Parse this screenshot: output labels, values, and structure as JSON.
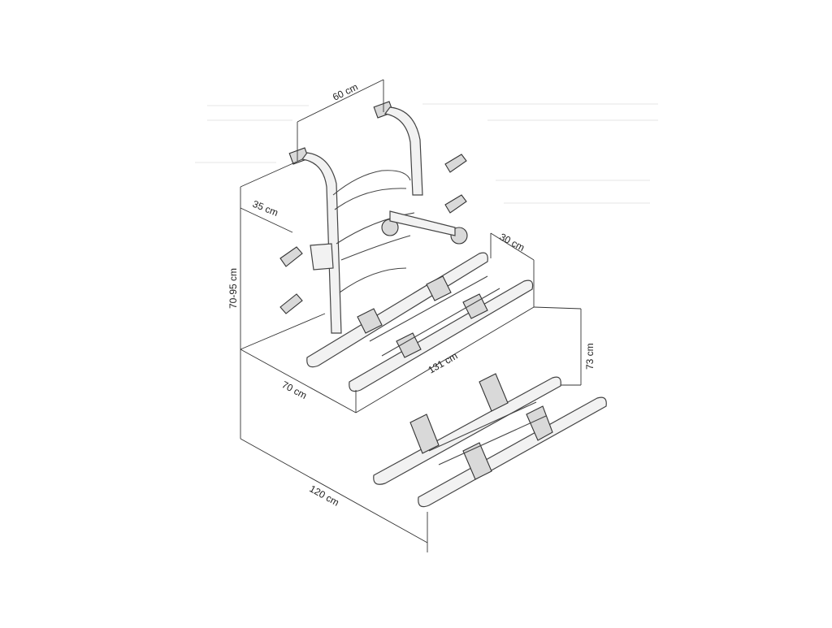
{
  "dimensions": {
    "top_width": "60 cm",
    "arm_depth": "35 cm",
    "height_range": "70-95 cm",
    "rail_offset": "30 cm",
    "rail_length": "131 cm",
    "platform_depth": "70 cm",
    "lower_height": "73 cm",
    "overall_width": "120 cm"
  },
  "icons": [
    "bike-carrier-upper-frame-icon",
    "bike-carrier-lower-rails-icon"
  ]
}
